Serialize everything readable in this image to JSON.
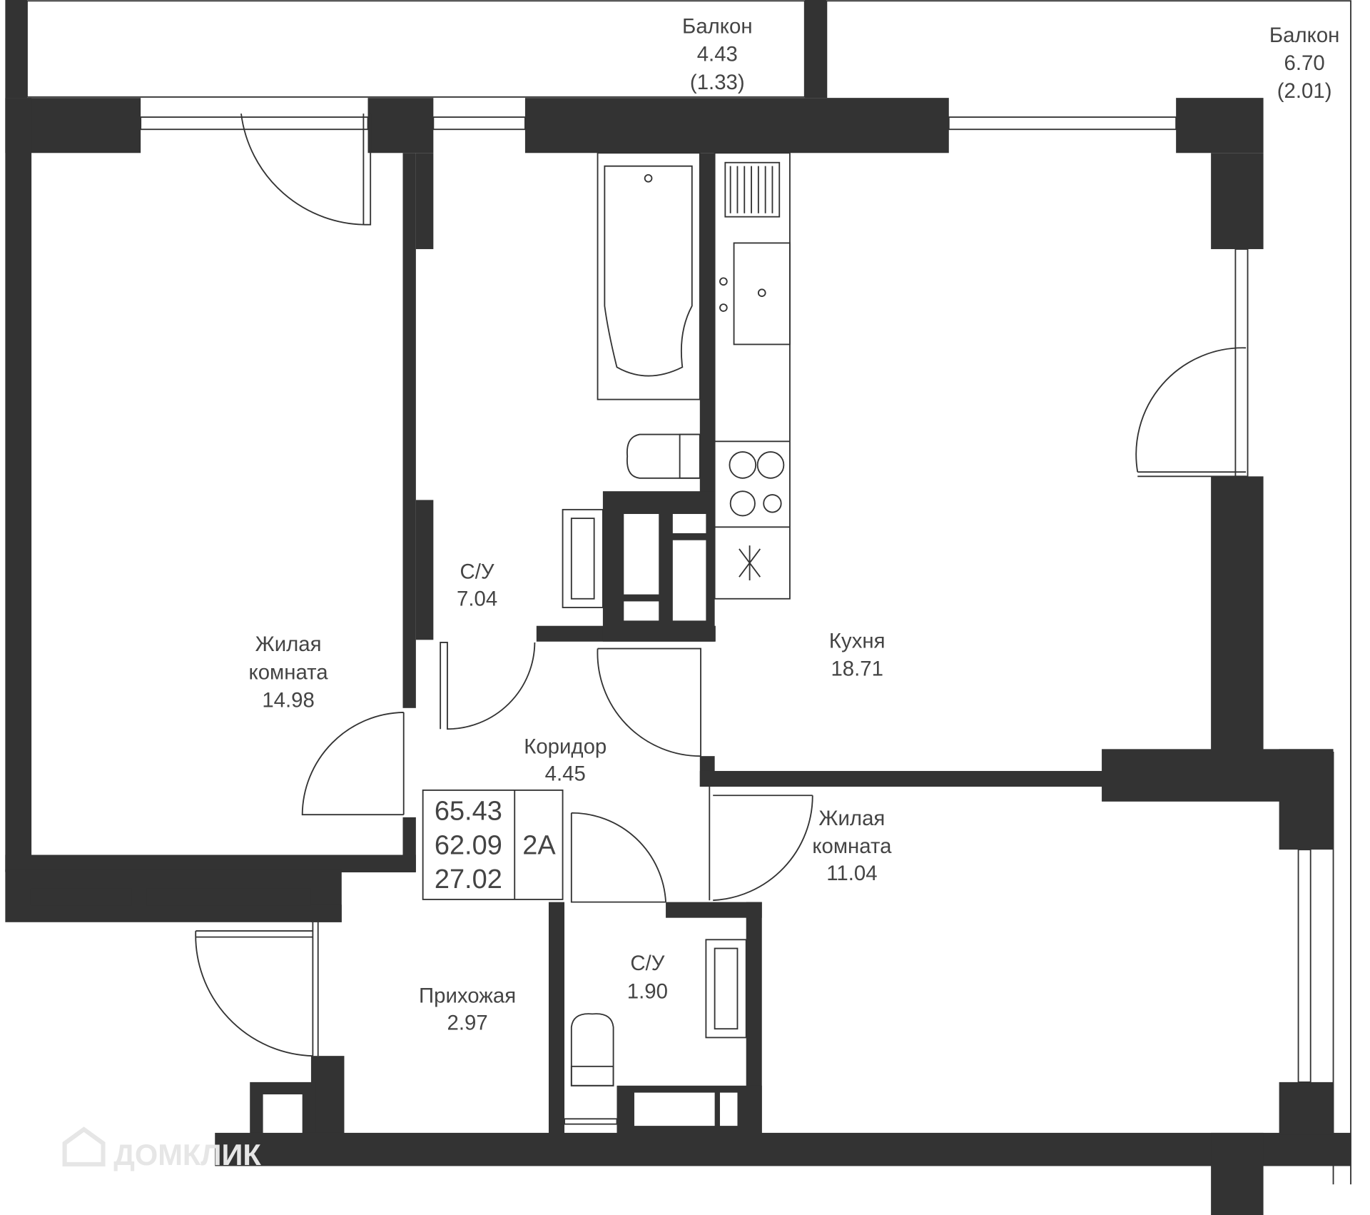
{
  "rooms": {
    "balcony1": {
      "name": "Балкон",
      "area": "4.43",
      "coef_area": "(1.33)"
    },
    "balcony2": {
      "name": "Балкон",
      "area": "6.70",
      "coef_area": "(2.01)"
    },
    "living1": {
      "name_l1": "Жилая",
      "name_l2": "комната",
      "area": "14.98"
    },
    "bath1": {
      "name": "С/У",
      "area": "7.04"
    },
    "kitchen": {
      "name": "Кухня",
      "area": "18.71"
    },
    "corridor": {
      "name": "Коридор",
      "area": "4.45"
    },
    "living2": {
      "name_l1": "Жилая",
      "name_l2": "комната",
      "area": "11.04"
    },
    "bath2": {
      "name": "С/У",
      "area": "1.90"
    },
    "hall": {
      "name": "Прихожая",
      "area": "2.97"
    }
  },
  "summary": {
    "total_area": "65.43",
    "living_area_total": "62.09",
    "living_area": "27.02",
    "type": "2А"
  },
  "watermark": "ДОМКЛИК",
  "colors": {
    "wall": "#333333"
  }
}
